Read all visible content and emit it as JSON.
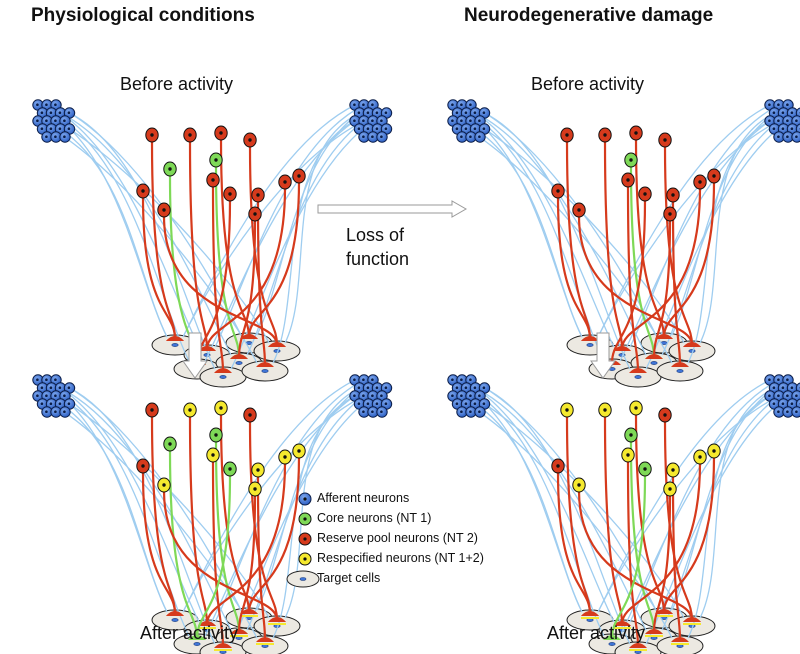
{
  "colors": {
    "afferent": "#3f74d6",
    "core": "#7ed957",
    "reserve": "#d63a1c",
    "respecified": "#f5e92e",
    "axon": "#9fcdf0",
    "target_fill": "#ece9e2",
    "arrow_fill": "#ffffff",
    "arrow_stroke": "#9a9a9a"
  },
  "headings": {
    "left": "Physiological conditions",
    "right": "Neurodegenerative damage"
  },
  "panels": [
    {
      "id": "phys-before",
      "label": "Before activity"
    },
    {
      "id": "neuro-before",
      "label": "Before activity"
    },
    {
      "id": "phys-after",
      "label": "After activity"
    },
    {
      "id": "neuro-after",
      "label": "After activity"
    }
  ],
  "transition": {
    "line1": "Loss of",
    "line2": "function"
  },
  "legend": [
    {
      "label": "Afferent neurons",
      "icon": "afferent-neuron-icon"
    },
    {
      "label": "Core neurons (NT 1)",
      "icon": "core-neuron-icon"
    },
    {
      "label": "Reserve pool neurons (NT 2)",
      "icon": "reserve-neuron-icon"
    },
    {
      "label": "Respecified neurons (NT 1+2)",
      "icon": "respecified-neuron-icon"
    },
    {
      "label": "Target cells",
      "icon": "target-cell-icon"
    }
  ]
}
